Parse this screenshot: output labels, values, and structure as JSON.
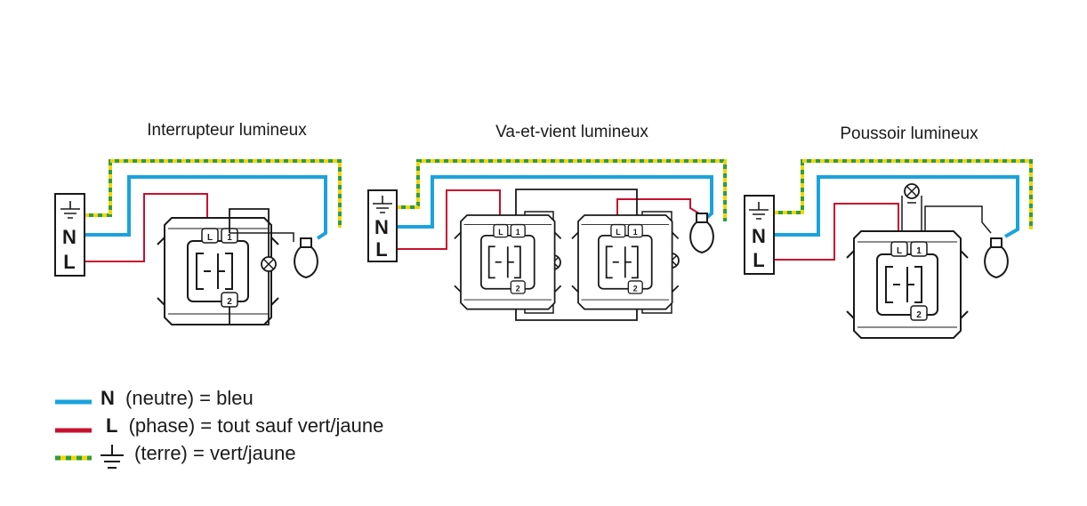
{
  "colors": {
    "neutral": "#1aa3dd",
    "phase": "#c8102e",
    "earth_green": "#2e9e3e",
    "earth_yellow": "#f2d600",
    "outline": "#1a1a1a"
  },
  "diagrams": [
    {
      "title": "Interrupteur lumineux"
    },
    {
      "title": "Va-et-vient lumineux"
    },
    {
      "title": "Poussoir lumineux"
    }
  ],
  "terminal_block": {
    "n": "N",
    "l": "L"
  },
  "switch_terminals": {
    "l": "L",
    "one": "1",
    "two": "2"
  },
  "legend": [
    {
      "symbol": "N",
      "text": "(neutre) = bleu",
      "line": "neutral"
    },
    {
      "symbol": "L",
      "text": "(phase) = tout sauf vert/jaune",
      "line": "phase"
    },
    {
      "symbol": "earth-icon",
      "text": "(terre) = vert/jaune",
      "line": "earth"
    }
  ]
}
